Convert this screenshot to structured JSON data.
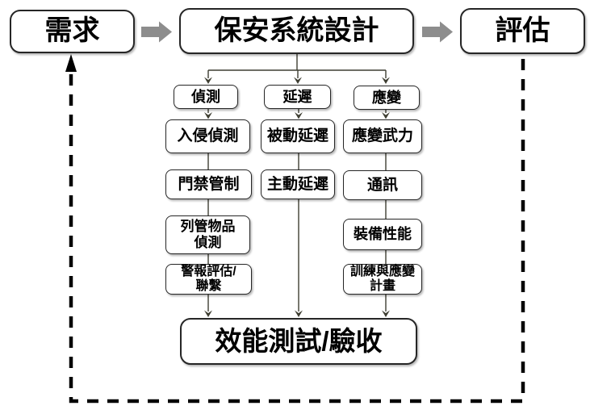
{
  "diagram": {
    "top_row": {
      "requirements": "需求",
      "design": "保安系統設計",
      "evaluation": "評估"
    },
    "categories": {
      "detection": "偵測",
      "delay": "延遲",
      "response": "應變"
    },
    "detection_items": {
      "intrusion": "入侵偵測",
      "access_control": "門禁管制",
      "contraband": "列管物品\n偵測",
      "alarm_assessment": "警報評估/\n聯繫"
    },
    "delay_items": {
      "passive": "被動延遲",
      "active": "主動延遲"
    },
    "response_items": {
      "force": "應變武力",
      "communications": "通訊",
      "equipment": "裝備性能",
      "training": "訓練與應變\n計畫"
    },
    "bottom": {
      "performance_test": "效能測試/驗收"
    },
    "colors": {
      "box_border": "#262626",
      "connector": "#3e3e32",
      "block_arrow": "#8d8d8d",
      "feedback_dashed": "#000000",
      "background": "#ffffff"
    }
  }
}
